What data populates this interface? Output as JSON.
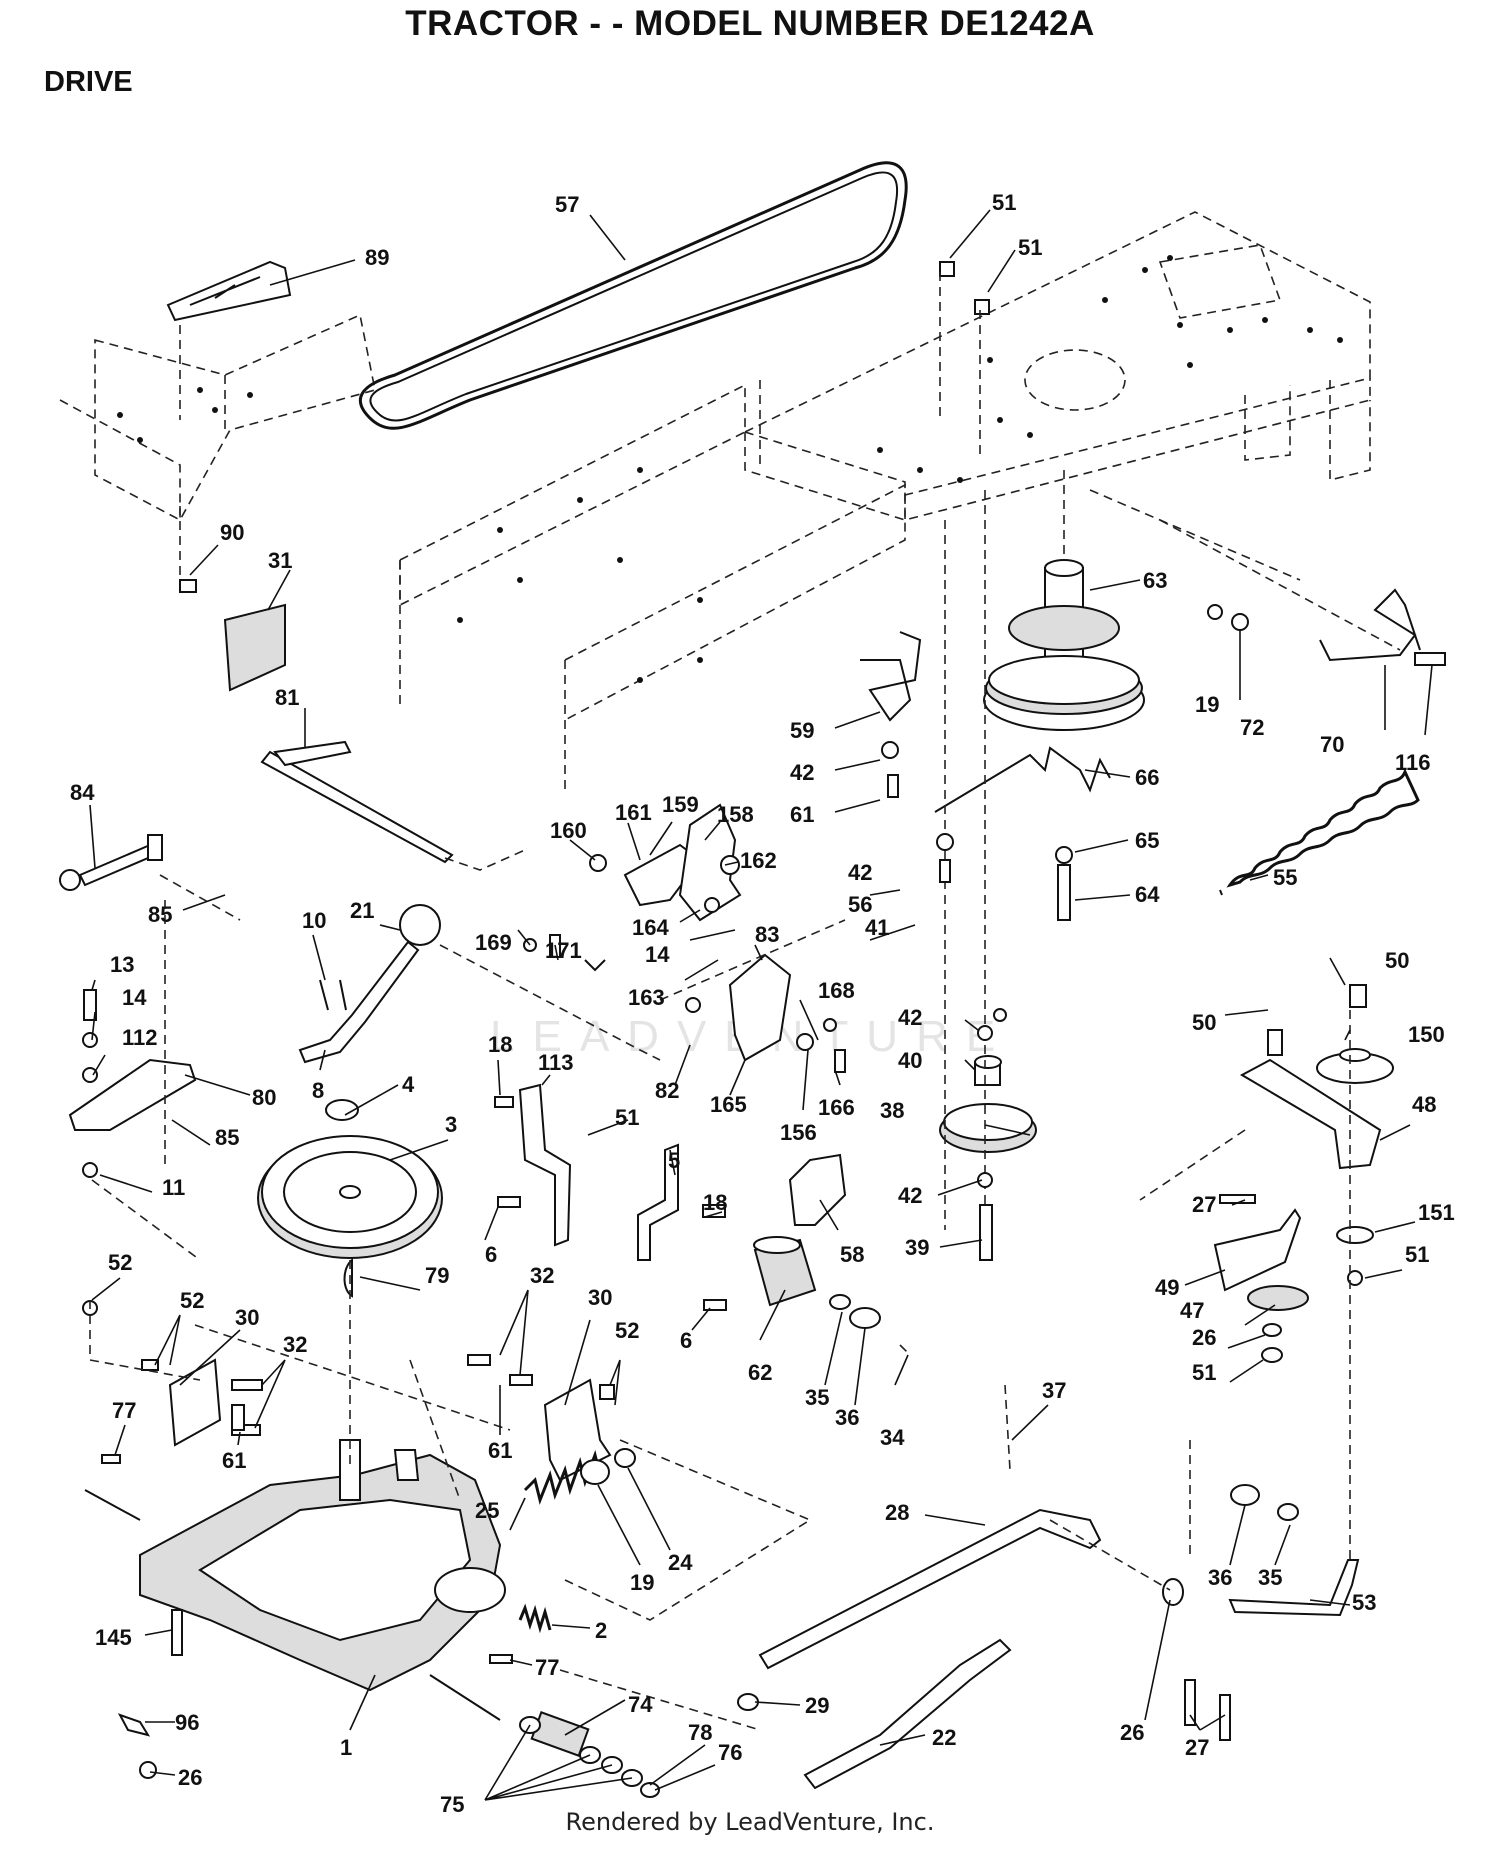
{
  "header": {
    "title": "TRACTOR - - MODEL NUMBER DE1242A",
    "section": "DRIVE"
  },
  "footer": {
    "credit": "Rendered by LeadVenture, Inc."
  },
  "watermark": {
    "text": "LEADVENTURE"
  },
  "callouts": [
    {
      "id": "c57",
      "label": "57"
    },
    {
      "id": "c51a",
      "label": "51"
    },
    {
      "id": "c51b",
      "label": "51"
    },
    {
      "id": "c89",
      "label": "89"
    },
    {
      "id": "c90",
      "label": "90"
    },
    {
      "id": "c31",
      "label": "31"
    },
    {
      "id": "c63",
      "label": "63"
    },
    {
      "id": "c19a",
      "label": "19"
    },
    {
      "id": "c72",
      "label": "72"
    },
    {
      "id": "c70",
      "label": "70"
    },
    {
      "id": "c116",
      "label": "116"
    },
    {
      "id": "c81",
      "label": "81"
    },
    {
      "id": "c59",
      "label": "59"
    },
    {
      "id": "c42a",
      "label": "42"
    },
    {
      "id": "c61a",
      "label": "61"
    },
    {
      "id": "c66",
      "label": "66"
    },
    {
      "id": "c84",
      "label": "84"
    },
    {
      "id": "c160",
      "label": "160"
    },
    {
      "id": "c161",
      "label": "161"
    },
    {
      "id": "c159",
      "label": "159"
    },
    {
      "id": "c158",
      "label": "158"
    },
    {
      "id": "c65",
      "label": "65"
    },
    {
      "id": "c42b",
      "label": "42"
    },
    {
      "id": "c162",
      "label": "162"
    },
    {
      "id": "c55",
      "label": "55"
    },
    {
      "id": "c56",
      "label": "56"
    },
    {
      "id": "c85a",
      "label": "85"
    },
    {
      "id": "c21",
      "label": "21"
    },
    {
      "id": "c64",
      "label": "64"
    },
    {
      "id": "c169",
      "label": "169"
    },
    {
      "id": "c171",
      "label": "171"
    },
    {
      "id": "c164",
      "label": "164"
    },
    {
      "id": "c83",
      "label": "83"
    },
    {
      "id": "c14a",
      "label": "14"
    },
    {
      "id": "c41",
      "label": "41"
    },
    {
      "id": "c10",
      "label": "10"
    },
    {
      "id": "c13",
      "label": "13"
    },
    {
      "id": "c163",
      "label": "163"
    },
    {
      "id": "c50a",
      "label": "50"
    },
    {
      "id": "c14b",
      "label": "14"
    },
    {
      "id": "c168",
      "label": "168"
    },
    {
      "id": "c42c",
      "label": "42"
    },
    {
      "id": "c50b",
      "label": "50"
    },
    {
      "id": "c150",
      "label": "150"
    },
    {
      "id": "c112",
      "label": "112"
    },
    {
      "id": "c18a",
      "label": "18"
    },
    {
      "id": "c40",
      "label": "40"
    },
    {
      "id": "c113",
      "label": "113"
    },
    {
      "id": "c82",
      "label": "82"
    },
    {
      "id": "c165",
      "label": "165"
    },
    {
      "id": "c166",
      "label": "166"
    },
    {
      "id": "c80",
      "label": "80"
    },
    {
      "id": "c8",
      "label": "8"
    },
    {
      "id": "c4",
      "label": "4"
    },
    {
      "id": "c38",
      "label": "38"
    },
    {
      "id": "c48",
      "label": "48"
    },
    {
      "id": "c3",
      "label": "3"
    },
    {
      "id": "c51c",
      "label": "51"
    },
    {
      "id": "c156",
      "label": "156"
    },
    {
      "id": "c85b",
      "label": "85"
    },
    {
      "id": "c5",
      "label": "5"
    },
    {
      "id": "c11",
      "label": "11"
    },
    {
      "id": "c42d",
      "label": "42"
    },
    {
      "id": "c27a",
      "label": "27"
    },
    {
      "id": "c18b",
      "label": "18"
    },
    {
      "id": "c151",
      "label": "151"
    },
    {
      "id": "c58",
      "label": "58"
    },
    {
      "id": "c6a",
      "label": "6"
    },
    {
      "id": "c39",
      "label": "39"
    },
    {
      "id": "c52a",
      "label": "52"
    },
    {
      "id": "c79",
      "label": "79"
    },
    {
      "id": "c49",
      "label": "49"
    },
    {
      "id": "c51d",
      "label": "51"
    },
    {
      "id": "c32a",
      "label": "32"
    },
    {
      "id": "c52b",
      "label": "52"
    },
    {
      "id": "c30a",
      "label": "30"
    },
    {
      "id": "c30b",
      "label": "30"
    },
    {
      "id": "c47",
      "label": "47"
    },
    {
      "id": "c6b",
      "label": "6"
    },
    {
      "id": "c32b",
      "label": "32"
    },
    {
      "id": "c52c",
      "label": "52"
    },
    {
      "id": "c26a",
      "label": "26"
    },
    {
      "id": "c62",
      "label": "62"
    },
    {
      "id": "c51e",
      "label": "51"
    },
    {
      "id": "c35a",
      "label": "35"
    },
    {
      "id": "c34",
      "label": "34"
    },
    {
      "id": "c36a",
      "label": "36"
    },
    {
      "id": "c37",
      "label": "37"
    },
    {
      "id": "c77a",
      "label": "77"
    },
    {
      "id": "c61b",
      "label": "61"
    },
    {
      "id": "c61c",
      "label": "61"
    },
    {
      "id": "c25",
      "label": "25"
    },
    {
      "id": "c28",
      "label": "28"
    },
    {
      "id": "c24",
      "label": "24"
    },
    {
      "id": "c19b",
      "label": "19"
    },
    {
      "id": "c36b",
      "label": "36"
    },
    {
      "id": "c35b",
      "label": "35"
    },
    {
      "id": "c2",
      "label": "2"
    },
    {
      "id": "c53",
      "label": "53"
    },
    {
      "id": "c145",
      "label": "145"
    },
    {
      "id": "c77b",
      "label": "77"
    },
    {
      "id": "c74",
      "label": "74"
    },
    {
      "id": "c29",
      "label": "29"
    },
    {
      "id": "c96",
      "label": "96"
    },
    {
      "id": "c78",
      "label": "78"
    },
    {
      "id": "c76",
      "label": "76"
    },
    {
      "id": "c22",
      "label": "22"
    },
    {
      "id": "c26b",
      "label": "26"
    },
    {
      "id": "c27b",
      "label": "27"
    },
    {
      "id": "c1",
      "label": "1"
    },
    {
      "id": "c26c",
      "label": "26"
    },
    {
      "id": "c75",
      "label": "75"
    }
  ]
}
